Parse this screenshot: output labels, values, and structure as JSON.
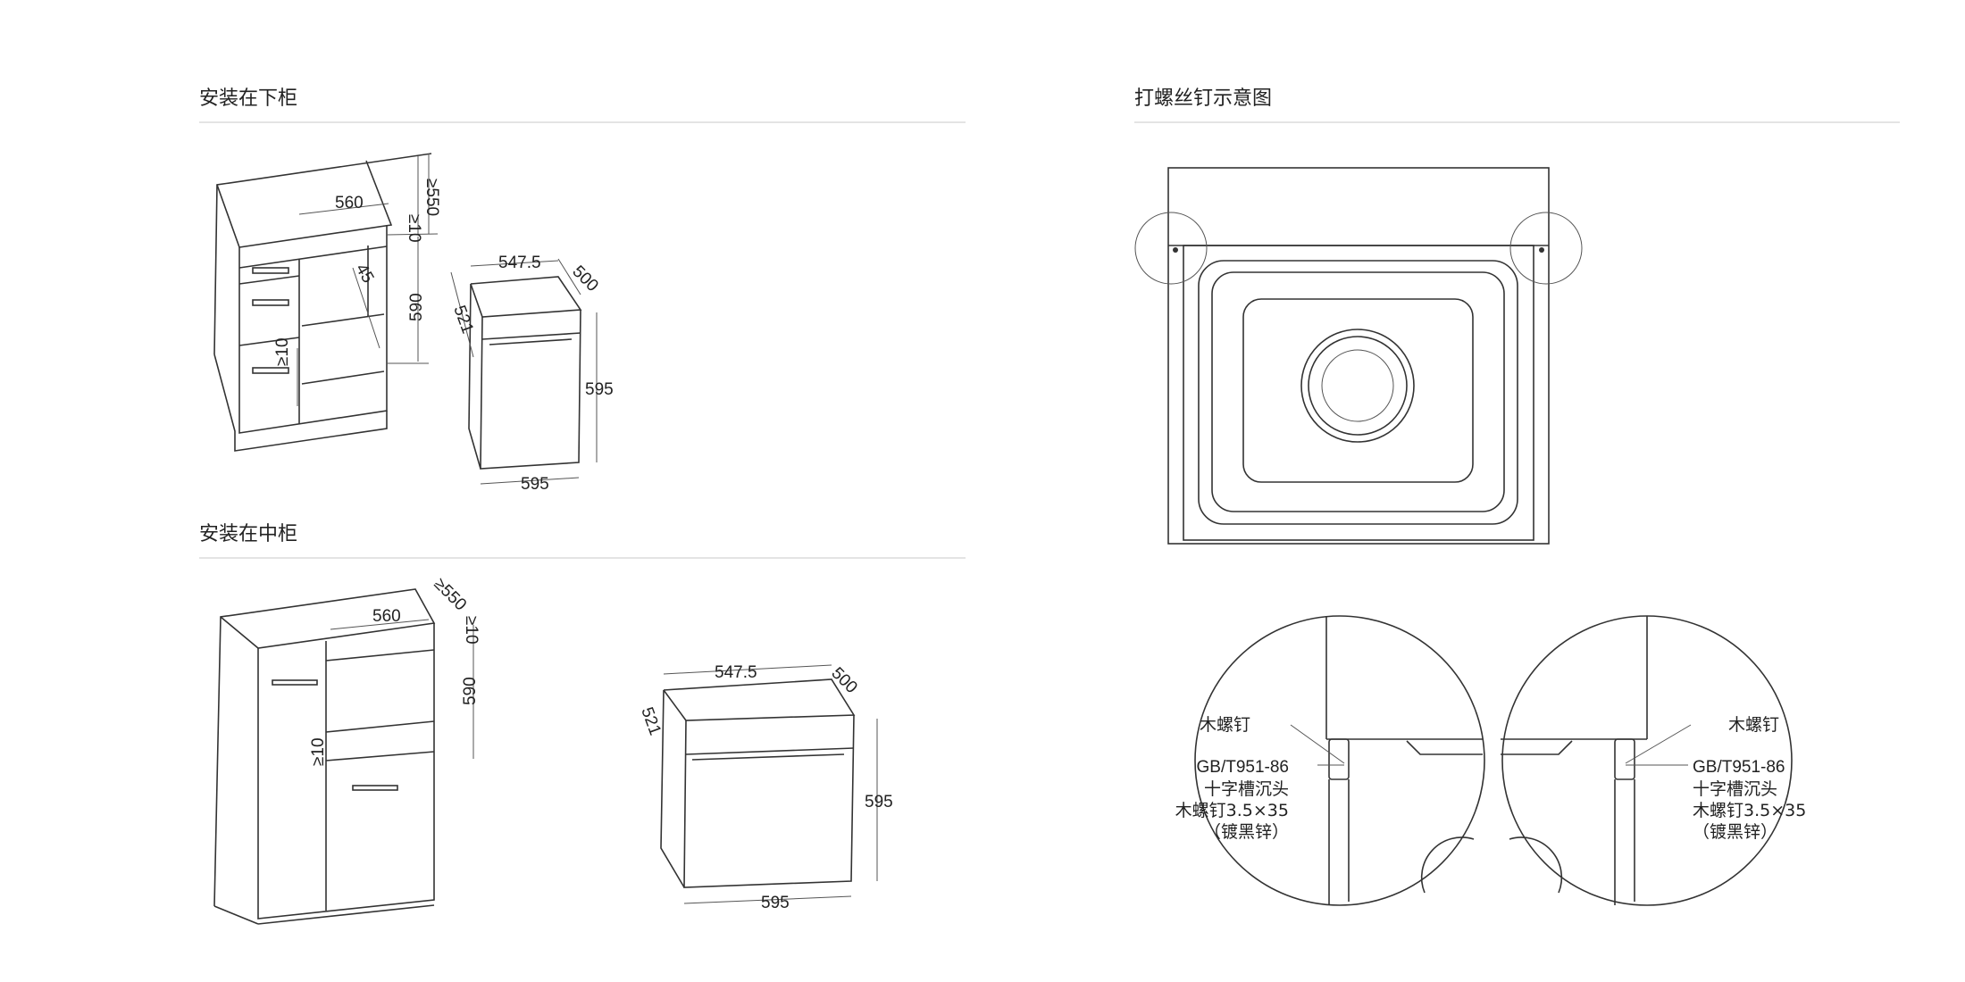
{
  "sections": {
    "lower_cabinet": {
      "title": "安装在下柜"
    },
    "middle_cabinet": {
      "title": "安装在中柜"
    },
    "screw_diagram": {
      "title": "打螺丝钉示意图"
    }
  },
  "lower_cabinet_dims": {
    "cabinet_width": "560",
    "top_gap": "≥10",
    "depth": "≥550",
    "height": "590",
    "angle": "45",
    "bottom_gap": "≥10",
    "oven_top_width": "547.5",
    "oven_depth": "500",
    "oven_side": "521",
    "oven_height": "595",
    "oven_width": "595"
  },
  "middle_cabinet_dims": {
    "cabinet_width": "560",
    "depth": "≥550",
    "top_gap": "≥10",
    "height": "590",
    "bottom_gap": "≥10",
    "oven_top_width": "547.5",
    "oven_depth": "500",
    "oven_side": "521",
    "oven_height": "595",
    "oven_width": "595"
  },
  "screw_labels": {
    "wood_screw": "木螺钉",
    "standard": "GB/T951-86",
    "head_type": "十字槽沉头",
    "spec": "木螺钉3.5×35",
    "finish": "（镀黑锌）"
  }
}
